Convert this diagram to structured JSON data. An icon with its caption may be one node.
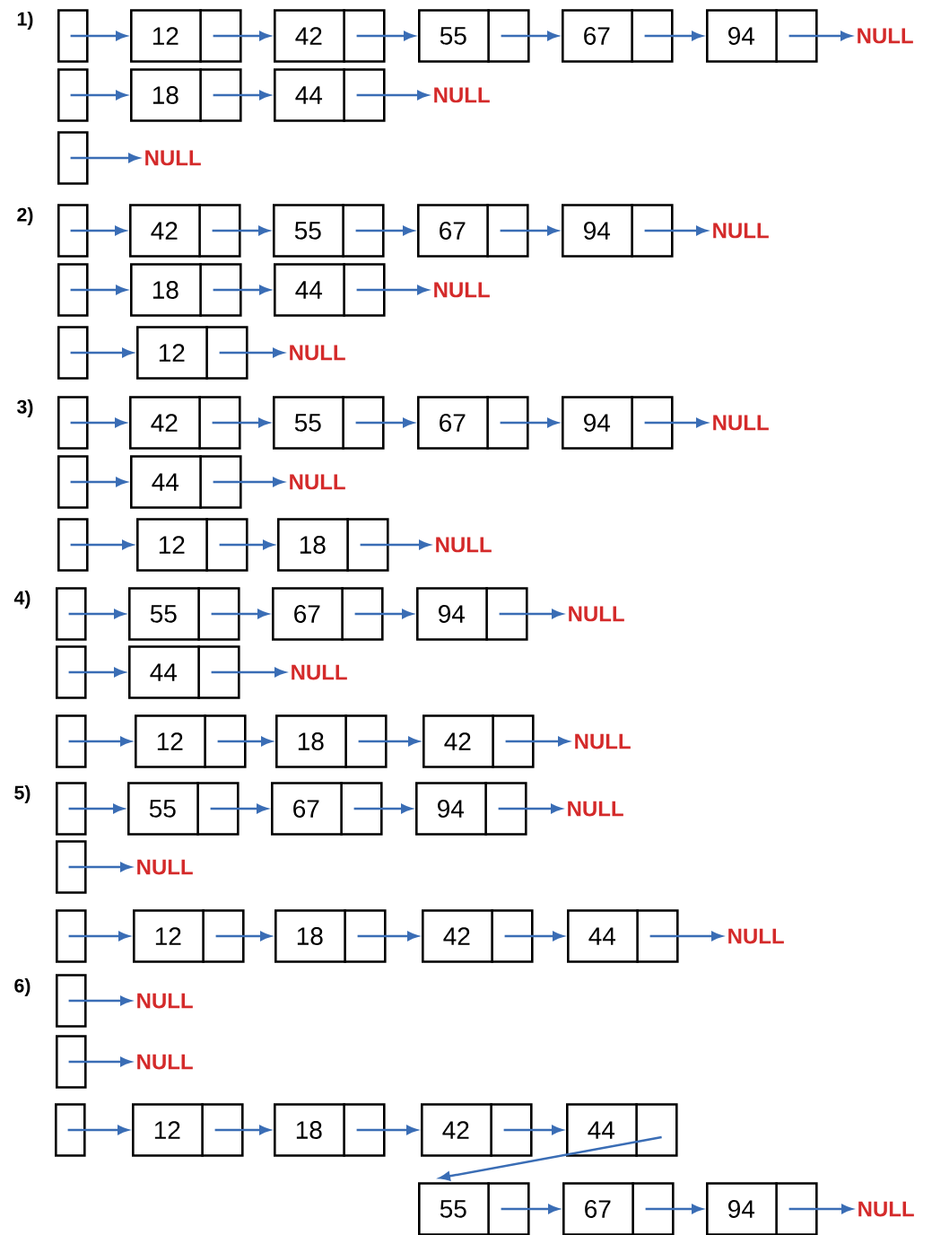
{
  "diagram": {
    "nodes": [
      {
        "text": [],
        "shape": "box"
      },
      {
        "text": [
          "12"
        ]
      },
      {
        "text": [
          "42"
        ]
      },
      {
        "text": [
          "55"
        ]
      },
      {
        "text": [
          "67"
        ]
      },
      {
        "text": [
          "94"
        ]
      },
      {
        "text": [
          "NULL"
        ]
      },
      {
        "text": [],
        "shape": "box"
      },
      {
        "text": [
          "18"
        ]
      },
      {
        "text": [
          "44"
        ]
      },
      {
        "text": [
          "NULL"
        ]
      },
      {
        "text": [],
        "shape": "box"
      },
      {
        "text": [
          "NULL"
        ]
      },
      {
        "text": [],
        "shape": "box"
      },
      {
        "text": [
          "42"
        ]
      },
      {
        "text": [
          "55"
        ]
      },
      {
        "text": [
          "67"
        ]
      },
      {
        "text": [
          "94"
        ]
      },
      {
        "text": [
          "NULL"
        ]
      },
      {
        "text": [],
        "shape": "box"
      },
      {
        "text": [
          "18"
        ]
      },
      {
        "text": [
          "44"
        ]
      },
      {
        "text": [
          "NULL"
        ]
      },
      {
        "text": [],
        "shape": "box"
      },
      {
        "text": [
          "12"
        ]
      },
      {
        "text": [
          "NULL"
        ]
      },
      {
        "text": [],
        "shape": "box"
      },
      {
        "text": [
          "42"
        ]
      },
      {
        "text": [
          "55"
        ]
      },
      {
        "text": [
          "67"
        ]
      },
      {
        "text": [
          "94"
        ]
      },
      {
        "text": [
          "NULL"
        ]
      },
      {
        "text": [],
        "shape": "box"
      },
      {
        "text": [
          "44"
        ]
      },
      {
        "text": [
          "NULL"
        ]
      },
      {
        "text": [],
        "shape": "box"
      },
      {
        "text": [
          "12"
        ]
      },
      {
        "text": [
          "18"
        ]
      },
      {
        "text": [
          "NULL"
        ]
      },
      {
        "text": [],
        "shape": "box"
      },
      {
        "text": [
          "55"
        ]
      },
      {
        "text": [
          "67"
        ]
      },
      {
        "text": [
          "94"
        ]
      },
      {
        "text": [
          "NULL"
        ]
      },
      {
        "text": [],
        "shape": "box"
      },
      {
        "text": [
          "44"
        ]
      },
      {
        "text": [
          "NULL"
        ]
      },
      {
        "text": [],
        "shape": "box"
      },
      {
        "text": [
          "12"
        ]
      },
      {
        "text": [
          "18"
        ]
      },
      {
        "text": [
          "42"
        ]
      },
      {
        "text": [
          "NULL"
        ]
      },
      {
        "text": [],
        "shape": "box"
      },
      {
        "text": [
          "55"
        ]
      },
      {
        "text": [
          "67"
        ]
      },
      {
        "text": [
          "94"
        ]
      },
      {
        "text": [
          "NULL"
        ]
      },
      {
        "text": [],
        "shape": "box"
      },
      {
        "text": [
          "NULL"
        ]
      },
      {
        "text": [],
        "shape": "box"
      },
      {
        "text": [
          "12"
        ]
      },
      {
        "text": [
          "18"
        ]
      },
      {
        "text": [
          "42"
        ]
      },
      {
        "text": [
          "44"
        ]
      },
      {
        "text": [
          "NULL"
        ]
      },
      {
        "text": [],
        "shape": "box"
      },
      {
        "text": [
          "NULL"
        ]
      },
      {
        "text": [],
        "shape": "box"
      },
      {
        "text": [
          "NULL"
        ]
      },
      {
        "text": [],
        "shape": "box"
      },
      {
        "text": [
          "12"
        ]
      },
      {
        "text": [
          "18"
        ]
      },
      {
        "text": [
          "42"
        ]
      },
      {
        "text": [
          "44"
        ]
      },
      {
        "text": [
          "55"
        ]
      },
      {
        "text": [
          "67"
        ]
      },
      {
        "text": [
          "94"
        ]
      },
      {
        "text": [
          "NULL"
        ]
      }
    ],
    "edges": [
      {
        "from": 0,
        "to": 1,
        "arrow": "to"
      },
      {
        "from": 1,
        "to": 2,
        "arrow": "to"
      },
      {
        "from": 2,
        "to": 3,
        "arrow": "to"
      },
      {
        "from": 3,
        "to": 4,
        "arrow": "to"
      },
      {
        "from": 4,
        "to": 5,
        "arrow": "to"
      },
      {
        "from": 5,
        "to": 6,
        "arrow": "to"
      },
      {
        "from": 7,
        "to": 8,
        "arrow": "to"
      },
      {
        "from": 8,
        "to": 9,
        "arrow": "to"
      },
      {
        "from": 9,
        "to": 10,
        "arrow": "to"
      },
      {
        "from": 11,
        "to": 12,
        "arrow": "to"
      },
      {
        "from": 13,
        "to": 14,
        "arrow": "to"
      },
      {
        "from": 14,
        "to": 15,
        "arrow": "to"
      },
      {
        "from": 15,
        "to": 16,
        "arrow": "to"
      },
      {
        "from": 16,
        "to": 17,
        "arrow": "to"
      },
      {
        "from": 17,
        "to": 18,
        "arrow": "to"
      },
      {
        "from": 19,
        "to": 20,
        "arrow": "to"
      },
      {
        "from": 20,
        "to": 21,
        "arrow": "to"
      },
      {
        "from": 21,
        "to": 22,
        "arrow": "to"
      },
      {
        "from": 23,
        "to": 24,
        "arrow": "to"
      },
      {
        "from": 24,
        "to": 25,
        "arrow": "to"
      },
      {
        "from": 26,
        "to": 27,
        "arrow": "to"
      },
      {
        "from": 27,
        "to": 28,
        "arrow": "to"
      },
      {
        "from": 28,
        "to": 29,
        "arrow": "to"
      },
      {
        "from": 29,
        "to": 30,
        "arrow": "to"
      },
      {
        "from": 30,
        "to": 31,
        "arrow": "to"
      },
      {
        "from": 32,
        "to": 33,
        "arrow": "to"
      },
      {
        "from": 33,
        "to": 34,
        "arrow": "to"
      },
      {
        "from": 35,
        "to": 36,
        "arrow": "to"
      },
      {
        "from": 36,
        "to": 37,
        "arrow": "to"
      },
      {
        "from": 37,
        "to": 38,
        "arrow": "to"
      },
      {
        "from": 39,
        "to": 40,
        "arrow": "to"
      },
      {
        "from": 40,
        "to": 41,
        "arrow": "to"
      },
      {
        "from": 41,
        "to": 42,
        "arrow": "to"
      },
      {
        "from": 42,
        "to": 43,
        "arrow": "to"
      },
      {
        "from": 44,
        "to": 45,
        "arrow": "to"
      },
      {
        "from": 45,
        "to": 46,
        "arrow": "to"
      },
      {
        "from": 47,
        "to": 48,
        "arrow": "to"
      },
      {
        "from": 48,
        "to": 49,
        "arrow": "to"
      },
      {
        "from": 49,
        "to": 50,
        "arrow": "to"
      },
      {
        "from": 50,
        "to": 51,
        "arrow": "to"
      },
      {
        "from": 52,
        "to": 53,
        "arrow": "to"
      },
      {
        "from": 53,
        "to": 54,
        "arrow": "to"
      },
      {
        "from": 54,
        "to": 55,
        "arrow": "to"
      },
      {
        "from": 55,
        "to": 56,
        "arrow": "to"
      },
      {
        "from": 57,
        "to": 58,
        "arrow": "to"
      },
      {
        "from": 59,
        "to": 60,
        "arrow": "to"
      },
      {
        "from": 60,
        "to": 61,
        "arrow": "to"
      },
      {
        "from": 61,
        "to": 62,
        "arrow": "to"
      },
      {
        "from": 62,
        "to": 63,
        "arrow": "to"
      },
      {
        "from": 63,
        "to": 64,
        "arrow": "to"
      },
      {
        "from": 65,
        "to": 66,
        "arrow": "to"
      },
      {
        "from": 67,
        "to": 68,
        "arrow": "to"
      },
      {
        "from": 69,
        "to": 70,
        "arrow": "to"
      },
      {
        "from": 70,
        "to": 71,
        "arrow": "to"
      },
      {
        "from": 71,
        "to": 72,
        "arrow": "to"
      },
      {
        "from": 72,
        "to": 73,
        "arrow": "to"
      },
      {
        "from": 73,
        "to": 74,
        "arrow": "to"
      },
      {
        "from": 74,
        "to": 75,
        "arrow": "to"
      },
      {
        "from": 75,
        "to": 76,
        "arrow": "to"
      },
      {
        "from": 76,
        "to": 77,
        "arrow": "to"
      }
    ],
    "labels": [
      "1)",
      "2)",
      "3)",
      "4)",
      "5)",
      "6)"
    ]
  }
}
